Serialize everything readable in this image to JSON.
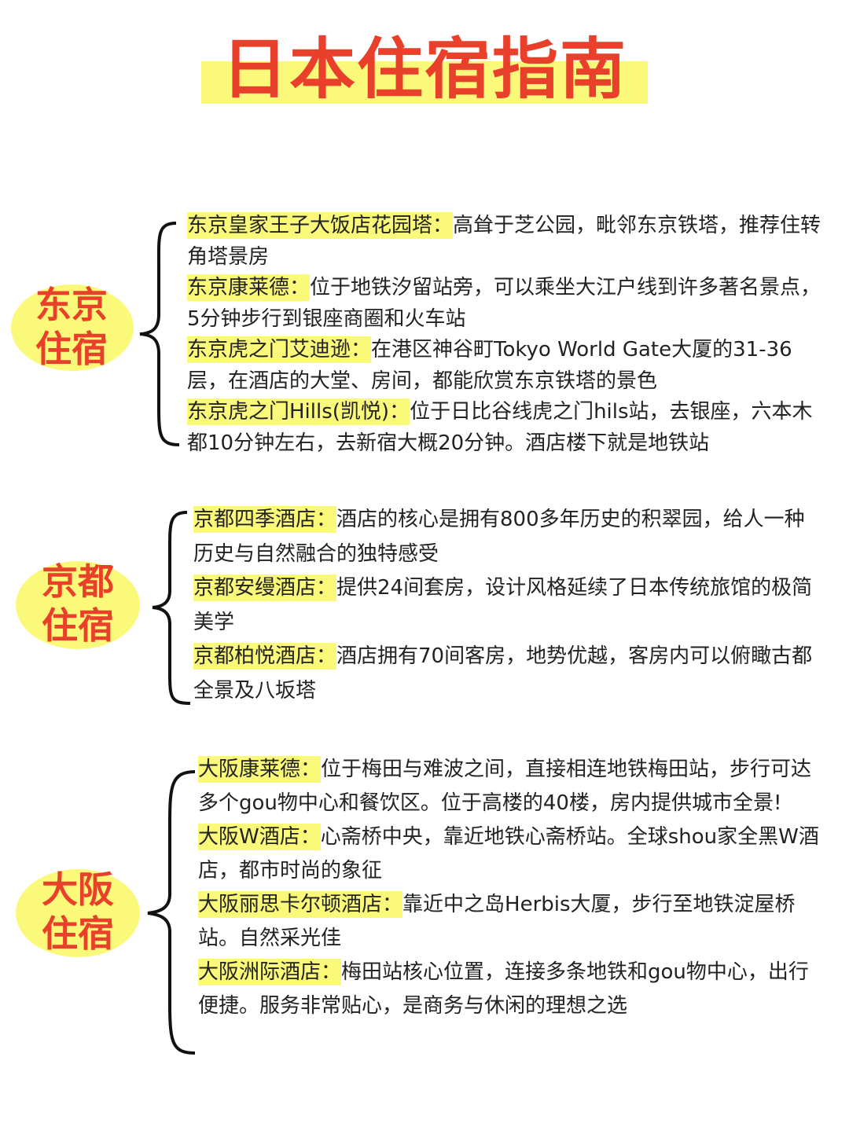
{
  "title": "日本住宿指南",
  "colors": {
    "title_red": "#e8402a",
    "highlight_yellow": "#fbf97a",
    "text": "#222222"
  },
  "sections": [
    {
      "city_line1": "东京",
      "city_line2": "住宿",
      "entries": [
        {
          "name": "东京皇家王子大饭店花园塔：",
          "desc": "高耸于芝公园，毗邻东京铁塔，推荐住转角塔景房"
        },
        {
          "name": "东京康莱德：",
          "desc": "位于地铁汐留站旁，可以乘坐大江户线到许多著名景点，5分钟步行到银座商圈和火车站"
        },
        {
          "name": "东京虎之门艾迪逊：",
          "desc": "在港区神谷町Tokyo World Gate大厦的31-36层，在酒店的大堂、房间，都能欣赏东京铁塔的景色"
        },
        {
          "name": "东京虎之门Hills(凯悦)：",
          "desc": "位于日比谷线虎之门hils站，去银座，六本木都10分钟左右，去新宿大概20分钟。酒店楼下就是地铁站"
        }
      ]
    },
    {
      "city_line1": "京都",
      "city_line2": "住宿",
      "entries": [
        {
          "name": "京都四季酒店：",
          "desc": "酒店的核心是拥有800多年历史的积翠园，给人一种历史与自然融合的独特感受"
        },
        {
          "name": "京都安缦酒店：",
          "desc": "提供24间套房，设计风格延续了日本传统旅馆的极简美学"
        },
        {
          "name": "京都柏悦酒店：",
          "desc": "酒店拥有70间客房，地势优越，客房内可以俯瞰古都全景及八坂塔"
        }
      ]
    },
    {
      "city_line1": "大阪",
      "city_line2": "住宿",
      "entries": [
        {
          "name": "大阪康莱德：",
          "desc": "位于梅田与难波之间，直接相连地铁梅田站，步行可达多个gou物中心和餐饮区。位于高楼的40楼，房内提供城市全景!"
        },
        {
          "name": "大阪W酒店：",
          "desc": "心斋桥中央，靠近地铁心斋桥站。全球shou家全黑W酒店，都市时尚的象征"
        },
        {
          "name": "大阪丽思卡尔顿酒店：",
          "desc": "靠近中之岛Herbis大厦，步行至地铁淀屋桥站。自然采光佳"
        },
        {
          "name": "大阪洲际酒店：",
          "desc": "梅田站核心位置，连接多条地铁和gou物中心，出行便捷。服务非常贴心，是商务与休闲的理想之选"
        }
      ]
    }
  ]
}
